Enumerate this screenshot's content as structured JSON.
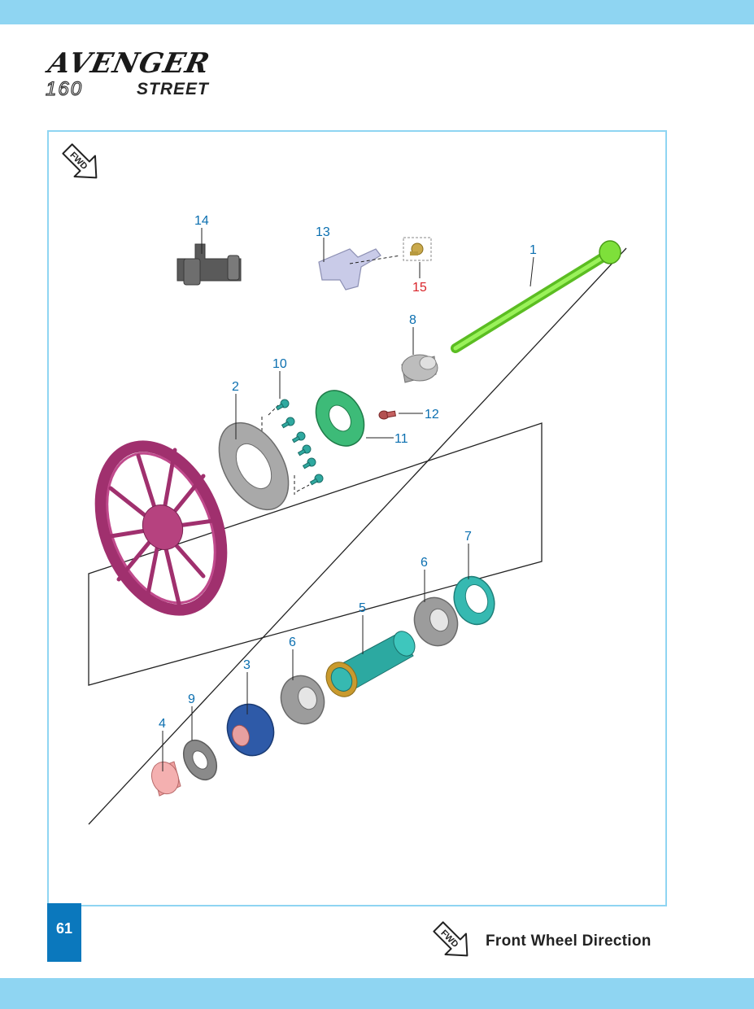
{
  "header": {
    "brand_top": "AVENGER",
    "brand_number": "160",
    "brand_sub": "STREET"
  },
  "diagram": {
    "fwd_label": "FWD",
    "callouts": {
      "c1": "1",
      "c2": "2",
      "c3": "3",
      "c4": "4",
      "c5": "5",
      "c6a": "6",
      "c6b": "6",
      "c7": "7",
      "c8": "8",
      "c9": "9",
      "c10": "10",
      "c11": "11",
      "c12": "12",
      "c13": "13",
      "c14": "14",
      "c15": "15"
    }
  },
  "footer": {
    "page_number": "61",
    "fwd_label": "FWD",
    "direction_label": "Front Wheel Direction"
  },
  "colors": {
    "band": "#8fd5f2",
    "page_badge": "#0b78bd",
    "callout": "#0b6fb0",
    "callout_highlight": "#d9242a",
    "axle": "#7ee03a",
    "rim": "#a0306e",
    "disc": "#9a9a9a",
    "sensor_ring": "#3dbb78",
    "spacer": "#36b9b1",
    "bearing": "#9c9c9c",
    "seal": "#2e5aa8",
    "collar": "#f0a0a0"
  }
}
